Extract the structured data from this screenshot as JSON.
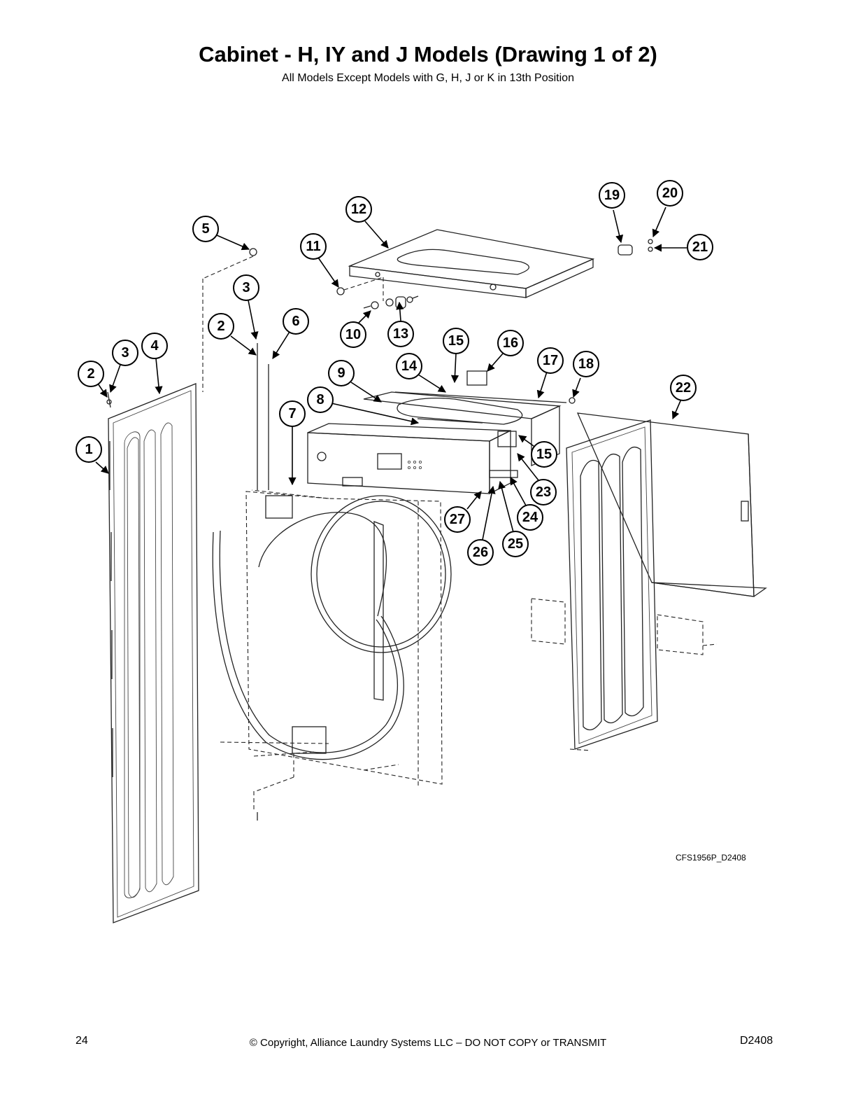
{
  "header": {
    "title": "Cabinet - H, IY and J Models (Drawing 1 of 2)",
    "subtitle": "All Models Except Models with G, H, J or K in 13th Position"
  },
  "diagram": {
    "drawing_code": "CFS1956P_D2408",
    "callouts": [
      "1",
      "2",
      "3",
      "4",
      "2",
      "3",
      "5",
      "6",
      "7",
      "8",
      "9",
      "10",
      "11",
      "12",
      "13",
      "14",
      "15",
      "15",
      "16",
      "17",
      "18",
      "19",
      "20",
      "21",
      "22",
      "23",
      "24",
      "25",
      "26",
      "27"
    ]
  },
  "footer": {
    "page_number": "24",
    "copyright": "© Copyright, Alliance Laundry Systems LLC – DO NOT COPY or TRANSMIT",
    "doc_code": "D2408"
  }
}
